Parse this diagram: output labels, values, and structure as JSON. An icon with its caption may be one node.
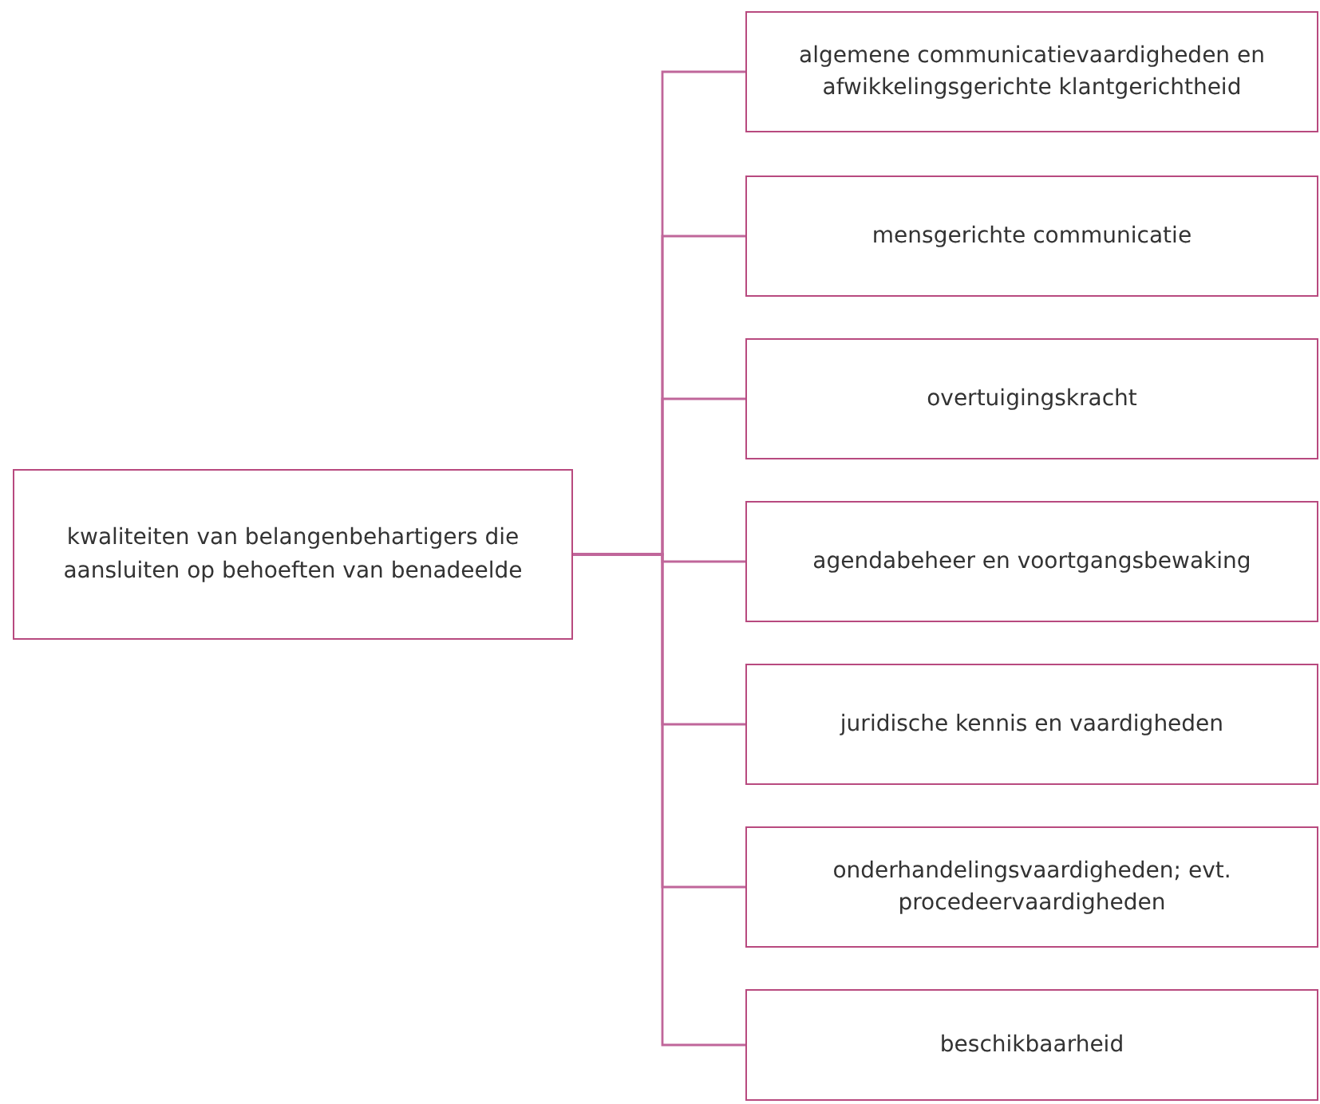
{
  "diagram": {
    "nodes": [
      {
        "text": [
          "kwaliteiten van belangenbehartigers die aansluiten op behoeften van benadeelde"
        ]
      },
      {
        "text": [
          "algemene communicatievaardigheden en afwikkelingsgerichte klantgerichtheid"
        ]
      },
      {
        "text": [
          "mensgerichte communicatie"
        ]
      },
      {
        "text": [
          "overtuigingskracht"
        ]
      },
      {
        "text": [
          "agendabeheer en voortgangsbewaking"
        ]
      },
      {
        "text": [
          "juridische kennis en vaardigheden"
        ]
      },
      {
        "text": [
          "onderhandelingsvaardigheden; evt. procedeervaardigheden"
        ]
      },
      {
        "text": [
          "beschikbaarheid"
        ]
      }
    ],
    "edges": [
      {
        "from": 0,
        "to": 1,
        "arrow": "none"
      },
      {
        "from": 0,
        "to": 2,
        "arrow": "none"
      },
      {
        "from": 0,
        "to": 3,
        "arrow": "none"
      },
      {
        "from": 0,
        "to": 4,
        "arrow": "none"
      },
      {
        "from": 0,
        "to": 5,
        "arrow": "none"
      },
      {
        "from": 0,
        "to": 6,
        "arrow": "none"
      },
      {
        "from": 0,
        "to": 7,
        "arrow": "none"
      }
    ]
  }
}
